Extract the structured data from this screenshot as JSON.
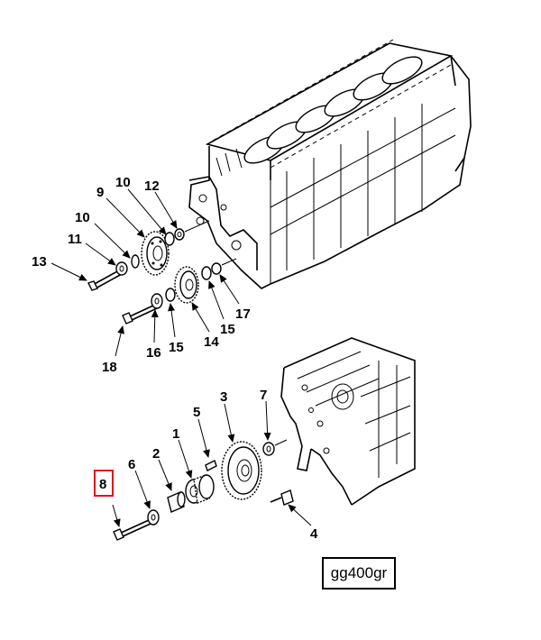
{
  "figure": {
    "reference_code": "gg400gr",
    "highlighted_callout": "8",
    "highlight_color": "#e0141c"
  },
  "callouts": {
    "c13": "13",
    "c11": "11",
    "c10a": "10",
    "c9": "9",
    "c10b": "10",
    "c12": "12",
    "c18": "18",
    "c16": "16",
    "c15a": "15",
    "c14": "14",
    "c15b": "15",
    "c17": "17",
    "c8": "8",
    "c6": "6",
    "c2": "2",
    "c1": "1",
    "c5": "5",
    "c3": "3",
    "c7": "7",
    "c4": "4"
  }
}
